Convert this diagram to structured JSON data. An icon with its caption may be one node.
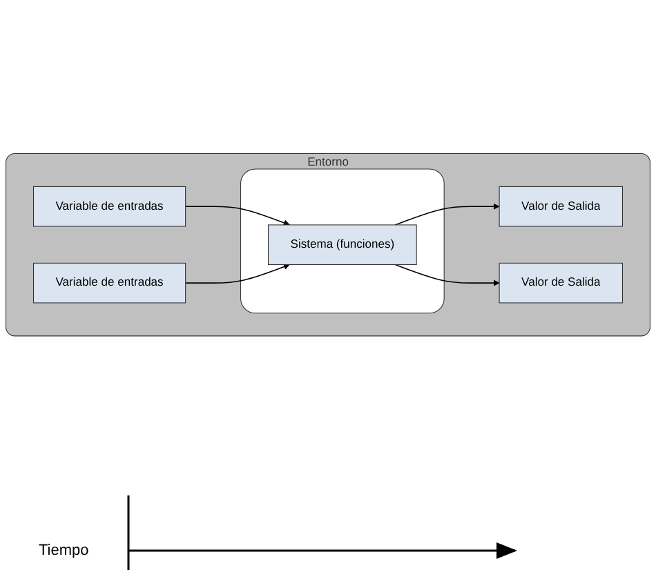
{
  "diagram": {
    "nodes": [
      {
        "text": [
          "Entorno"
        ]
      },
      {
        "text": [
          "Variable de entradas"
        ],
        "in": 0
      },
      {
        "text": [
          "Variable de entradas"
        ],
        "in": 0
      },
      {
        "text": [],
        "shape": "box",
        "in": 0
      },
      {
        "text": [
          "Sistema (funciones)"
        ],
        "in": 3
      },
      {
        "text": [
          "Valor de Salida"
        ],
        "in": 0
      },
      {
        "text": [
          "Valor de Salida"
        ],
        "in": 0
      }
    ],
    "edges": [
      {
        "from": 1,
        "to": 4,
        "arrow": "to"
      },
      {
        "from": 2,
        "to": 4,
        "arrow": "to"
      },
      {
        "from": 4,
        "to": 5,
        "arrow": "to"
      },
      {
        "from": 4,
        "to": 6,
        "arrow": "to"
      }
    ],
    "labels": [
      "Tiempo"
    ]
  }
}
